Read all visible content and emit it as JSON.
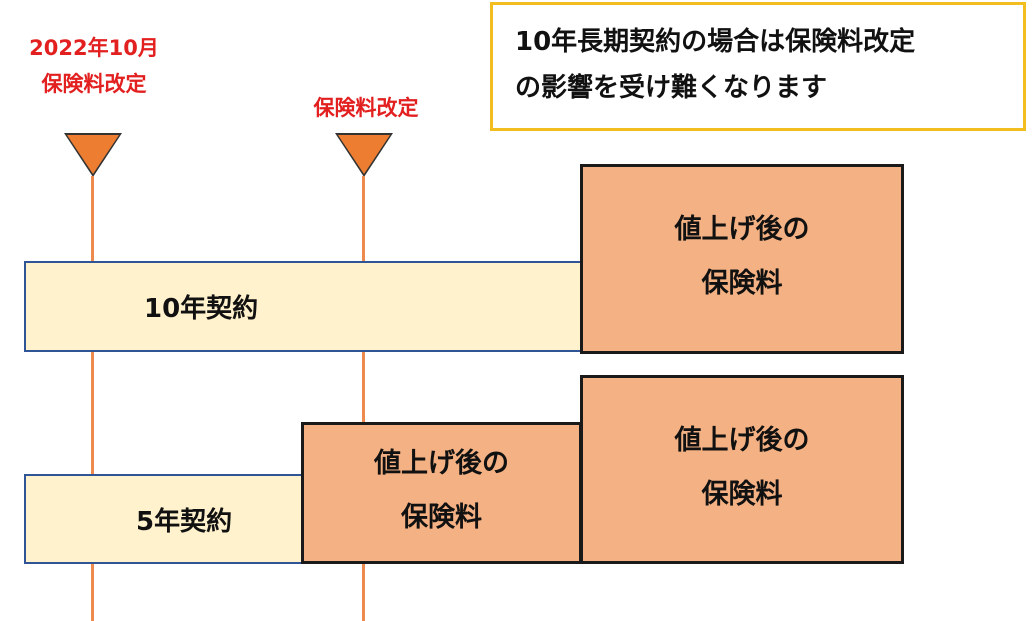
{
  "revisions": [
    {
      "line1": "2022年10月",
      "line2": "保険料改定"
    },
    {
      "line1": "保険料改定"
    }
  ],
  "callout": {
    "line1": "10年長期契約の場合は保険料改定",
    "line2": "の影響を受け難くなります"
  },
  "contracts": [
    {
      "label": "10年契約"
    },
    {
      "label": "5年契約"
    }
  ],
  "after_premium": {
    "line1": "値上げ後の",
    "line2": "保険料"
  },
  "colors": {
    "timeline": "#ee8a4e",
    "revision_label": "#e32020",
    "callout_border": "#f2be1f",
    "contract_fill": "#fff2cc",
    "contract_border": "#2f5597",
    "premium_fill": "#f4b183"
  }
}
